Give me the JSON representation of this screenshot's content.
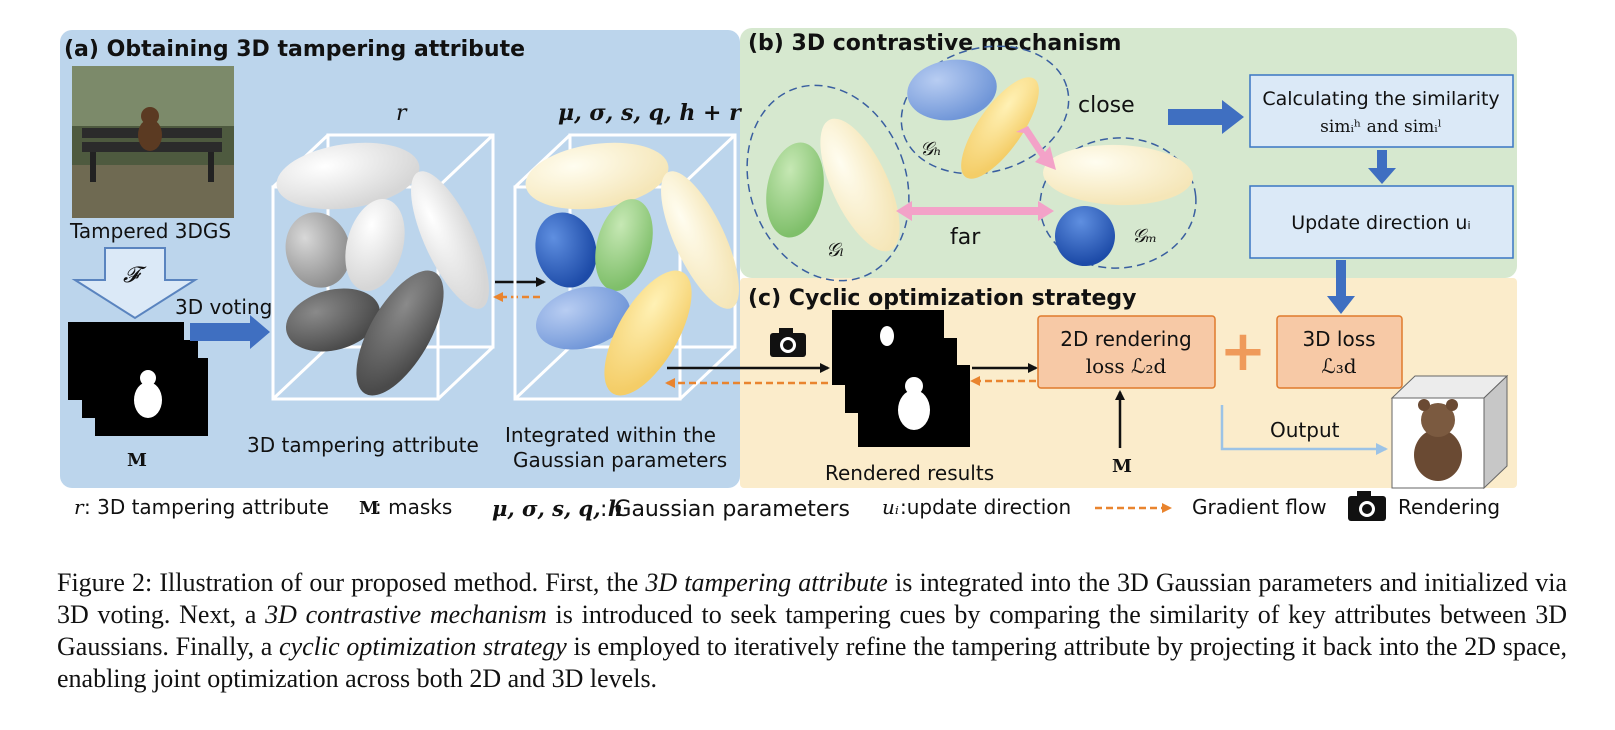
{
  "panel_a": {
    "title": "(a) Obtaining 3D tampering attribute",
    "tampered_label": "Tampered 3DGS",
    "f_symbol": "𝓕",
    "voting_label": "3D voting",
    "masks_symbol": "M",
    "r_symbol": "r",
    "params_symbol": "μ, σ, s, q, h + r",
    "attribute_caption": "3D tampering attribute",
    "integrated_line1": "Integrated within the",
    "integrated_line2": "Gaussian parameters"
  },
  "panel_b": {
    "title": "(b) 3D contrastive mechanism",
    "close_label": "close",
    "far_label": "far",
    "g_h": "𝒢ₕ",
    "g_l": "𝒢ₗ",
    "g_m": "𝒢ₘ",
    "similarity_line1": "Calculating the similarity",
    "similarity_line2": "simᵢʰ and simᵢˡ",
    "update_label": "Update direction uᵢ"
  },
  "panel_c": {
    "title": "(c) Cyclic optimization strategy",
    "rendered_label": "Rendered results",
    "loss2d_line1": "2D rendering",
    "loss2d_line2": "loss ℒ₂d",
    "loss3d_line1": "3D loss",
    "loss3d_line2": "ℒ₃d",
    "plus_symbol": "+",
    "output_label": "Output",
    "masks_symbol": "M"
  },
  "legend": {
    "r_symbol": "r",
    "r_text": ": 3D tampering attribute",
    "m_symbol": "M",
    "m_text": ": masks",
    "params_symbol": "μ, σ, s, q, h",
    "params_text": ": Gaussian parameters",
    "u_symbol": "uᵢ",
    "u_text": " :update direction",
    "gradient_text": "Gradient flow",
    "render_text": "Rendering"
  },
  "caption": {
    "part1": "Figure 2: Illustration of our proposed method. First, the ",
    "em1": "3D tampering attribute",
    "part2": " is integrated into the 3D Gaussian parameters and initialized via 3D voting. Next, a ",
    "em2": "3D contrastive mechanism",
    "part3": " is introduced to seek tampering cues by comparing the similarity of key attributes between 3D Gaussians. Finally, a ",
    "em3": "cyclic optimization strategy",
    "part4": " is employed to iteratively refine the tampering attribute by projecting it back into the 2D space, enabling joint optimization across both 2D and 3D levels."
  },
  "colors": {
    "panel_a_bg": "#bcd5ec",
    "panel_b_bg": "#d6e8cf",
    "panel_c_bg": "#fbeccb",
    "box_fill": "#dbe9f7",
    "box_stroke": "#3a76c4",
    "loss_fill": "#f7c9a6",
    "loss_stroke": "#e07a2c",
    "arrow_blue": "#3f6fc1",
    "gradient_orange": "#e9842e",
    "pink": "#f3a2c8"
  }
}
